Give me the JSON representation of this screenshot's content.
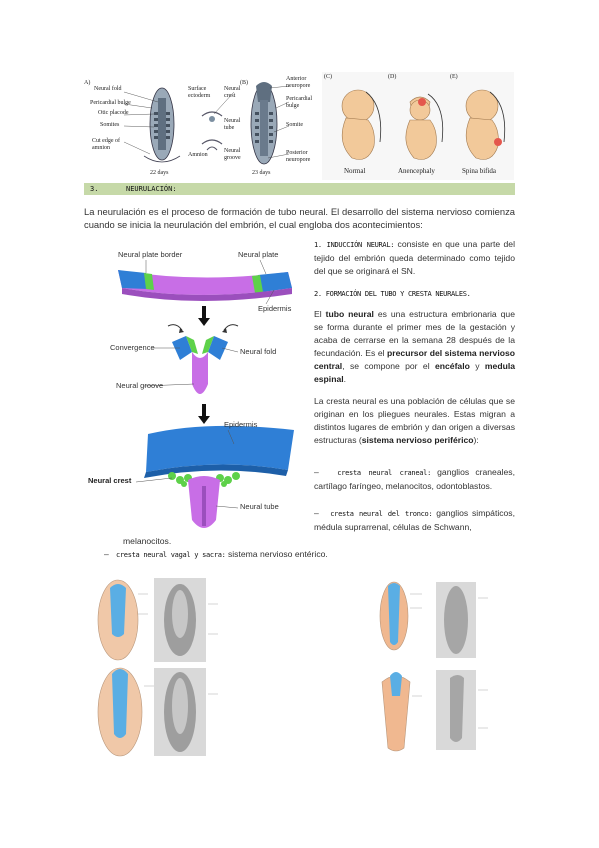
{
  "figure_top_left": {
    "panel_a": "A)",
    "panel_b": "(B)",
    "labels_a": [
      "Neural fold",
      "Pericardial bulge",
      "Otic placode",
      "Somites",
      "Cut edge of amnion",
      "Surface ectoderm",
      "Neural crest",
      "Neural tube",
      "Amnion",
      "Neural groove"
    ],
    "labels_b": [
      "Anterior neuropore",
      "Pericardial bulge",
      "Somite",
      "Posterior neuropore"
    ],
    "day_a": "22 days",
    "day_b": "23 days"
  },
  "figure_top_right": {
    "panels": [
      "(C)",
      "(D)",
      "(E)"
    ],
    "captions": [
      "Normal",
      "Anencephaly",
      "Spina bifida"
    ]
  },
  "section": {
    "number": "3.",
    "title": "NEURULACIÓN:"
  },
  "intro": "La neurulación es el proceso de formación de tubo neural. El desarrollo del sistema nervioso comienza cuando se inicia la neurulación del embrión, el cual engloba dos acontecimientos:",
  "diagram": {
    "labels": {
      "neural_plate_border": "Neural plate border",
      "neural_plate": "Neural plate",
      "epidermis_top": "Epidermis",
      "convergence": "Convergence",
      "neural_fold": "Neural fold",
      "neural_groove": "Neural groove",
      "epidermis_bottom": "Epidermis",
      "neural_crest": "Neural crest",
      "neural_tube": "Neural tube"
    }
  },
  "right_col": {
    "item1_head": "1. INDUCCIÓN NEURAL:",
    "item1_text": " consiste en que una parte del tejido del embrión queda determinado como tejido del que se originará el SN.",
    "item2_head": "2. FORMACIÓN DEL TUBO Y CRESTA NEURALES.",
    "p1_a": "El ",
    "p1_b": "tubo neural",
    "p1_c": " es una estructura embrionaria que se forma durante el primer mes de la gestación y acaba de cerrarse en la semana 28 después de la fecundación. Es el ",
    "p1_d": "precursor del sistema nervioso central",
    "p1_e": ", se compone por el ",
    "p1_f": "encéfalo",
    "p1_g": " y ",
    "p1_h": "medula espinal",
    "p1_i": ".",
    "p2_a": "La cresta neural es una población de células que se originan en los pliegues neurales. Estas migran a distintos lugares de embrión y dan origen a diversas estructuras (",
    "p2_b": "sistema nervioso periférico",
    "p2_c": "):",
    "b1_dash": "–",
    "b1_head": "cresta neural craneal:",
    "b1_text": " ganglios craneales, cartílago faríngeo, melanocitos, odontoblastos.",
    "b2_dash": "–",
    "b2_head": "cresta neural del tronco:",
    "b2_text": " ganglios simpáticos, médula suprarrenal, células de Schwann,",
    "b2_cont": "melanocitos.",
    "b3_dash": "–",
    "b3_head": "cresta neural vagal y sacra:",
    "b3_text": " sistema nervioso entérico."
  },
  "colors": {
    "section_bar": "#c6d9a8",
    "neural_plate": "#c86ee6",
    "epidermis": "#2f7fd6",
    "border_green": "#5ed14a"
  }
}
